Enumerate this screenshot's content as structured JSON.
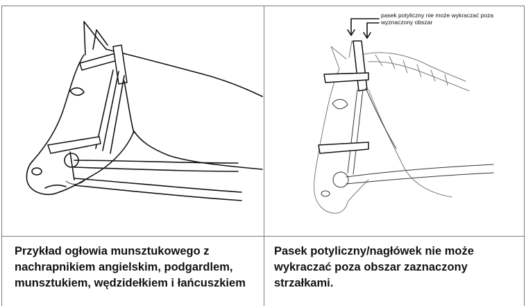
{
  "left": {
    "caption": "Przykład ogłowia munsztukowego z\nnachrapnikiem angielskim, podgardlem,\nmunsztukiem, wędzidełkiem i łańcuszkiem"
  },
  "right": {
    "annotation": "pasek potyliczny nie może wykraczać poza\nwyznaczony obszar",
    "caption": "Pasek potyliczny/nagłówek nie może\nwykraczać poza obszar zaznaczony\nstrzałkami."
  }
}
